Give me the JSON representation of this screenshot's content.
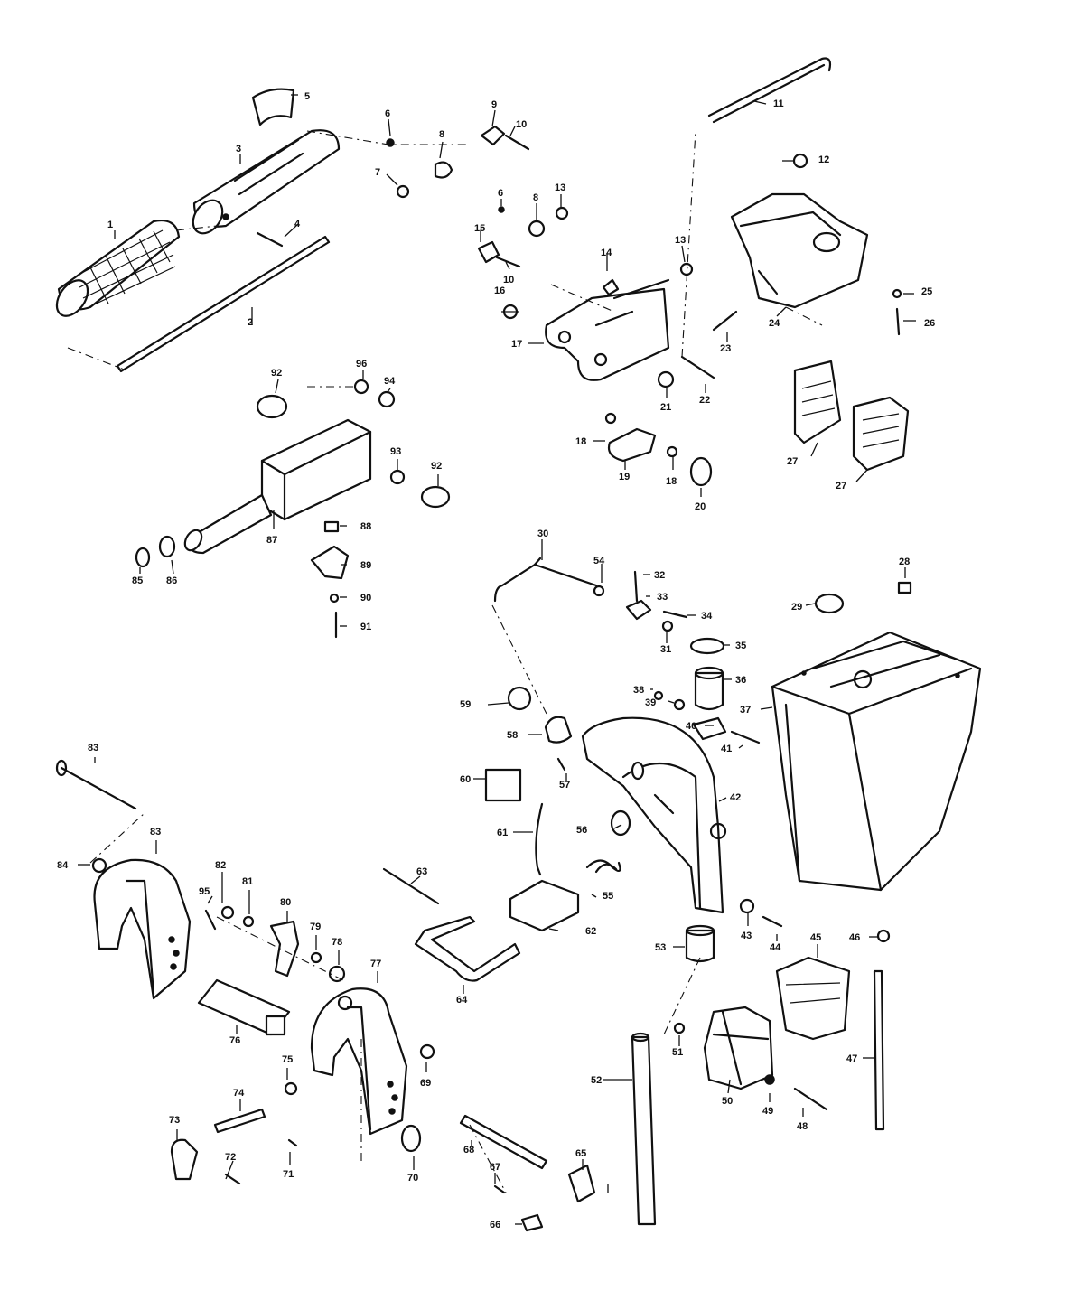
{
  "callouts": [
    {
      "id": "c1",
      "text": "1"
    },
    {
      "id": "c2",
      "text": "2"
    },
    {
      "id": "c3",
      "text": "3"
    },
    {
      "id": "c4",
      "text": "4"
    },
    {
      "id": "c5",
      "text": "5"
    },
    {
      "id": "c6",
      "text": "6"
    },
    {
      "id": "c7",
      "text": "7"
    },
    {
      "id": "c8",
      "text": "8"
    },
    {
      "id": "c9",
      "text": "9"
    },
    {
      "id": "c10",
      "text": "10"
    },
    {
      "id": "c11",
      "text": "11"
    },
    {
      "id": "c12",
      "text": "12"
    },
    {
      "id": "c6b",
      "text": "6"
    },
    {
      "id": "c8b",
      "text": "8"
    },
    {
      "id": "c13",
      "text": "13"
    },
    {
      "id": "c13b",
      "text": "13"
    },
    {
      "id": "c14",
      "text": "14"
    },
    {
      "id": "c15",
      "text": "15"
    },
    {
      "id": "c10b",
      "text": "10"
    },
    {
      "id": "c16",
      "text": "16"
    },
    {
      "id": "c17",
      "text": "17"
    },
    {
      "id": "c18",
      "text": "18"
    },
    {
      "id": "c18b",
      "text": "18"
    },
    {
      "id": "c19",
      "text": "19"
    },
    {
      "id": "c20",
      "text": "20"
    },
    {
      "id": "c21",
      "text": "21"
    },
    {
      "id": "c22",
      "text": "22"
    },
    {
      "id": "c23",
      "text": "23"
    },
    {
      "id": "c24",
      "text": "24"
    },
    {
      "id": "c25",
      "text": "25"
    },
    {
      "id": "c26",
      "text": "26"
    },
    {
      "id": "c27",
      "text": "27"
    },
    {
      "id": "c27b",
      "text": "27"
    },
    {
      "id": "c28",
      "text": "28"
    },
    {
      "id": "c29",
      "text": "29"
    },
    {
      "id": "c30",
      "text": "30"
    },
    {
      "id": "c31",
      "text": "31"
    },
    {
      "id": "c32",
      "text": "32"
    },
    {
      "id": "c33",
      "text": "33"
    },
    {
      "id": "c34",
      "text": "34"
    },
    {
      "id": "c35",
      "text": "35"
    },
    {
      "id": "c36",
      "text": "36"
    },
    {
      "id": "c37",
      "text": "37"
    },
    {
      "id": "c38",
      "text": "38"
    },
    {
      "id": "c39",
      "text": "39"
    },
    {
      "id": "c40",
      "text": "40"
    },
    {
      "id": "c41",
      "text": "41"
    },
    {
      "id": "c42",
      "text": "42"
    },
    {
      "id": "c43",
      "text": "43"
    },
    {
      "id": "c44",
      "text": "44"
    },
    {
      "id": "c45",
      "text": "45"
    },
    {
      "id": "c46",
      "text": "46"
    },
    {
      "id": "c47",
      "text": "47"
    },
    {
      "id": "c48",
      "text": "48"
    },
    {
      "id": "c49",
      "text": "49"
    },
    {
      "id": "c50",
      "text": "50"
    },
    {
      "id": "c51",
      "text": "51"
    },
    {
      "id": "c52",
      "text": "52"
    },
    {
      "id": "c53",
      "text": "53"
    },
    {
      "id": "c54",
      "text": "54"
    },
    {
      "id": "c55",
      "text": "55"
    },
    {
      "id": "c56",
      "text": "56"
    },
    {
      "id": "c57",
      "text": "57"
    },
    {
      "id": "c58",
      "text": "58"
    },
    {
      "id": "c59",
      "text": "59"
    },
    {
      "id": "c60",
      "text": "60"
    },
    {
      "id": "c61",
      "text": "61"
    },
    {
      "id": "c62",
      "text": "62"
    },
    {
      "id": "c63",
      "text": "63"
    },
    {
      "id": "c64",
      "text": "64"
    },
    {
      "id": "c65",
      "text": "65"
    },
    {
      "id": "c66",
      "text": "66"
    },
    {
      "id": "c67",
      "text": "67"
    },
    {
      "id": "c68",
      "text": "68"
    },
    {
      "id": "c69",
      "text": "69"
    },
    {
      "id": "c70",
      "text": "70"
    },
    {
      "id": "c71",
      "text": "71"
    },
    {
      "id": "c72",
      "text": "72"
    },
    {
      "id": "c73",
      "text": "73"
    },
    {
      "id": "c74",
      "text": "74"
    },
    {
      "id": "c75",
      "text": "75"
    },
    {
      "id": "c76",
      "text": "76"
    },
    {
      "id": "c77",
      "text": "77"
    },
    {
      "id": "c78",
      "text": "78"
    },
    {
      "id": "c79",
      "text": "79"
    },
    {
      "id": "c80",
      "text": "80"
    },
    {
      "id": "c81",
      "text": "81"
    },
    {
      "id": "c82",
      "text": "82"
    },
    {
      "id": "c83",
      "text": "83"
    },
    {
      "id": "c83b",
      "text": "83"
    },
    {
      "id": "c84",
      "text": "84"
    },
    {
      "id": "c85",
      "text": "85"
    },
    {
      "id": "c86",
      "text": "86"
    },
    {
      "id": "c87",
      "text": "87"
    },
    {
      "id": "c88",
      "text": "88"
    },
    {
      "id": "c89",
      "text": "89"
    },
    {
      "id": "c90",
      "text": "90"
    },
    {
      "id": "c91",
      "text": "91"
    },
    {
      "id": "c92",
      "text": "92"
    },
    {
      "id": "c92b",
      "text": "92"
    },
    {
      "id": "c93",
      "text": "93"
    },
    {
      "id": "c94",
      "text": "94"
    },
    {
      "id": "c95",
      "text": "95"
    },
    {
      "id": "c96",
      "text": "96"
    }
  ]
}
